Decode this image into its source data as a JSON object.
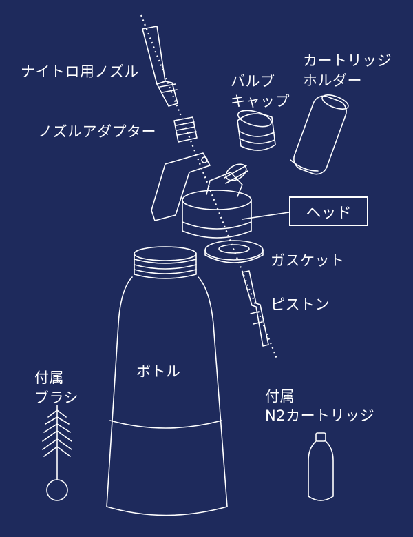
{
  "labels": {
    "nitro_nozzle": "ナイトロ用ノズル",
    "nozzle_adapter": "ノズルアダプター",
    "valve_cap": [
      "バルブ",
      "キャップ"
    ],
    "cartridge_holder": [
      "カートリッジ",
      "ホルダー"
    ],
    "head": "ヘッド",
    "gasket": "ガスケット",
    "piston": "ピストン",
    "bottle": "ボトル",
    "brush": [
      "付属",
      "ブラシ"
    ],
    "n2_cartridge": [
      "付属",
      "N2カートリッジ"
    ]
  },
  "colors": {
    "background": "#1e2a5c",
    "line": "#ffffff"
  }
}
